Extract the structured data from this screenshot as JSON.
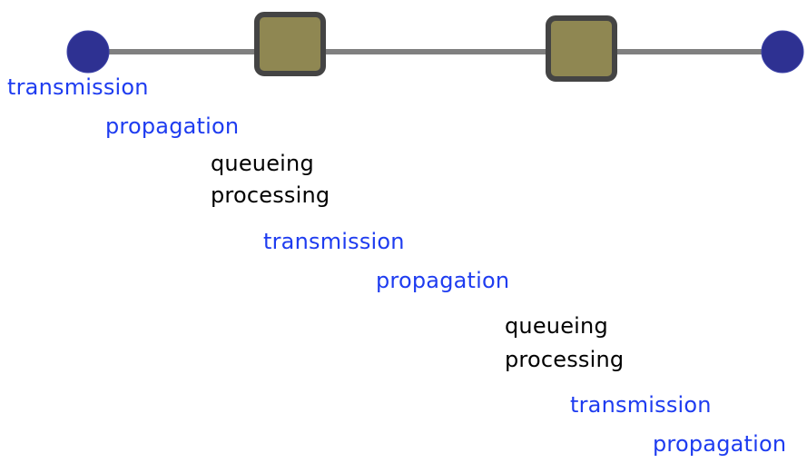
{
  "network": {
    "link_color": "#808080",
    "host_color": "#2e3192",
    "router_fill": "#8f8752",
    "router_border": "#444444"
  },
  "stages": [
    {
      "label": "transmission",
      "color": "#1e3cf0"
    },
    {
      "label": "propagation",
      "color": "#1e3cf0"
    },
    {
      "label": "queueing",
      "color": "#000000"
    },
    {
      "label": "processing",
      "color": "#000000"
    },
    {
      "label": "transmission",
      "color": "#1e3cf0"
    },
    {
      "label": "propagation",
      "color": "#1e3cf0"
    },
    {
      "label": "queueing",
      "color": "#000000"
    },
    {
      "label": "processing",
      "color": "#000000"
    },
    {
      "label": "transmission",
      "color": "#1e3cf0"
    },
    {
      "label": "propagation",
      "color": "#1e3cf0"
    }
  ]
}
